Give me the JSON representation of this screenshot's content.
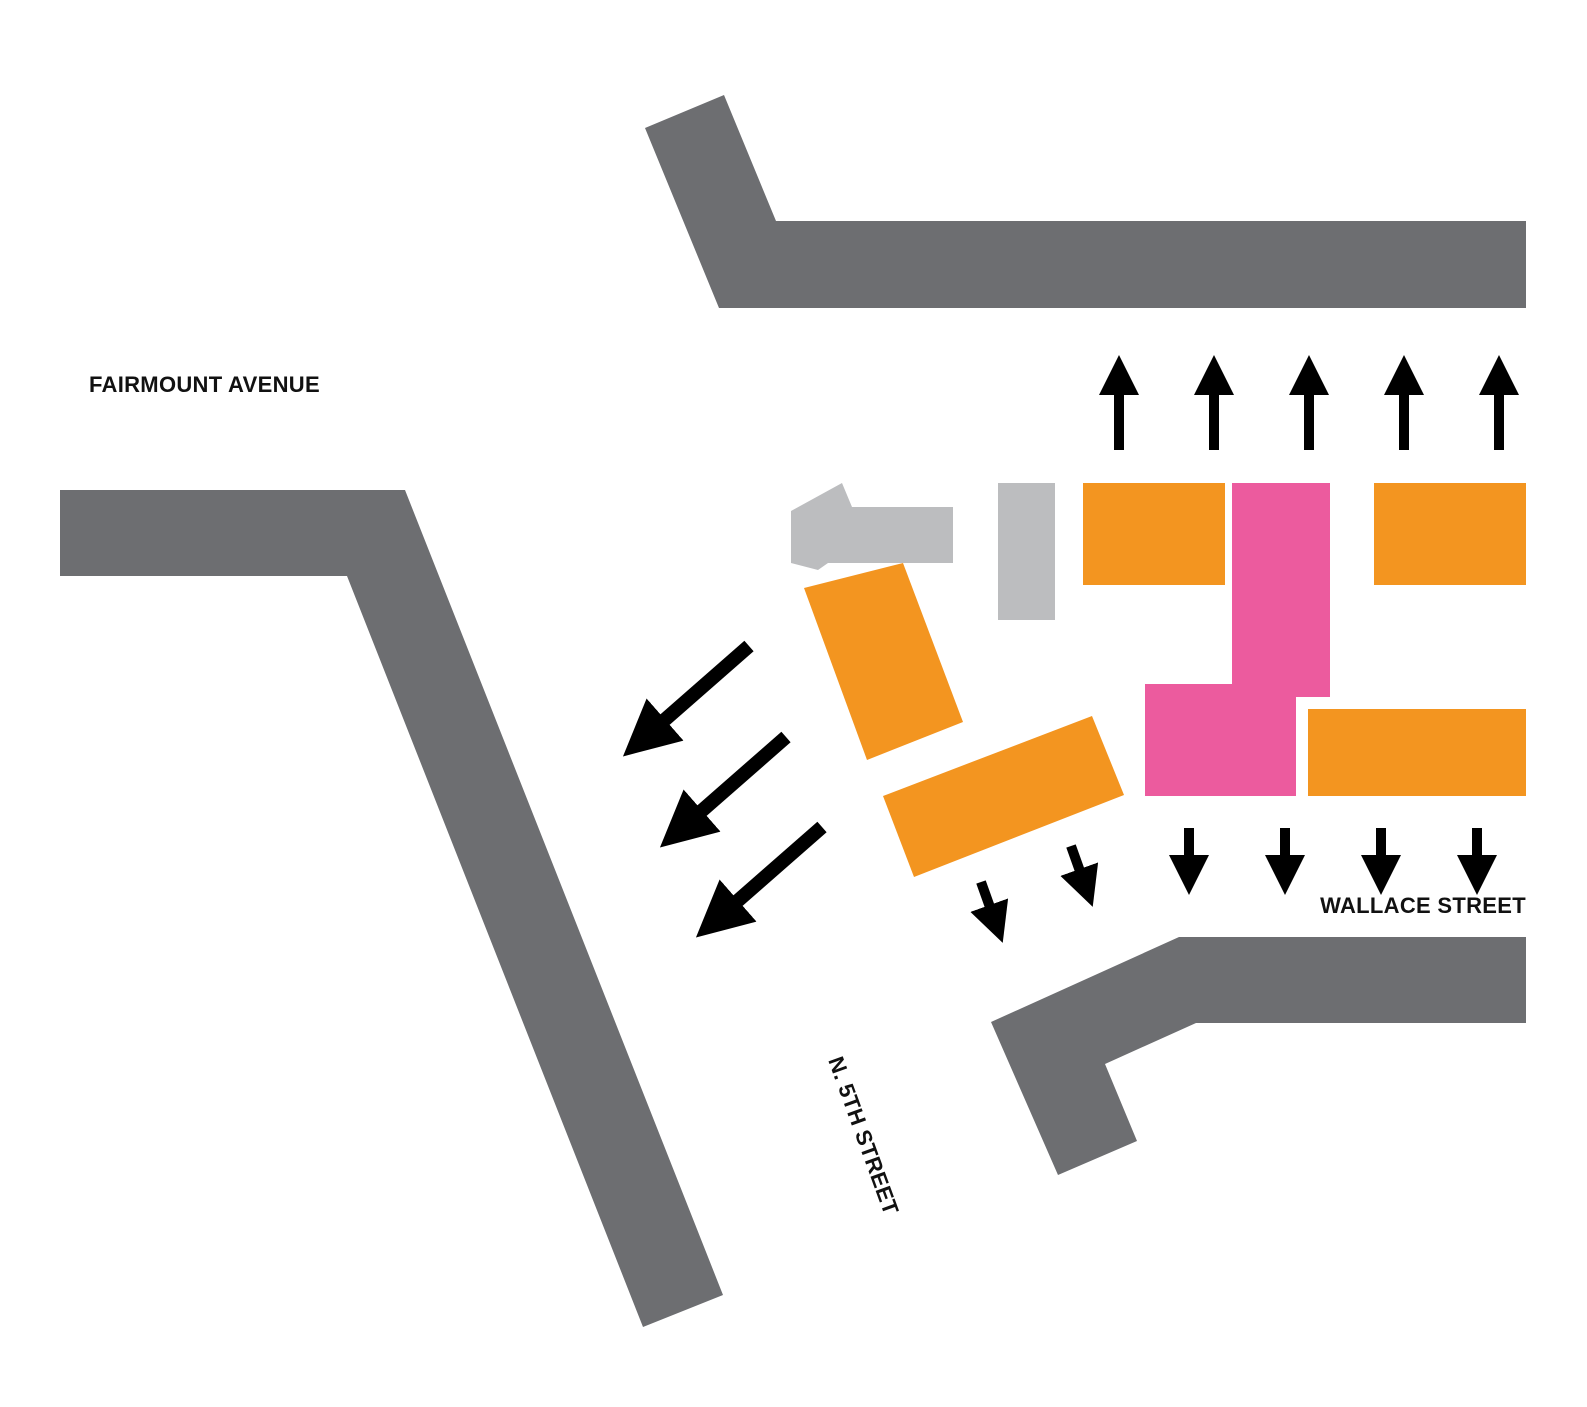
{
  "streets": {
    "fairmount": "FAIRMOUNT AVENUE",
    "wallace": "WALLACE STREET",
    "fifth": "N. 5TH STREET"
  },
  "colors": {
    "street_band": "#6d6e71",
    "building_orange": "#f39520",
    "building_pink": "#ec5b9e",
    "building_gray": "#bcbdbf",
    "arrow": "#000000"
  }
}
